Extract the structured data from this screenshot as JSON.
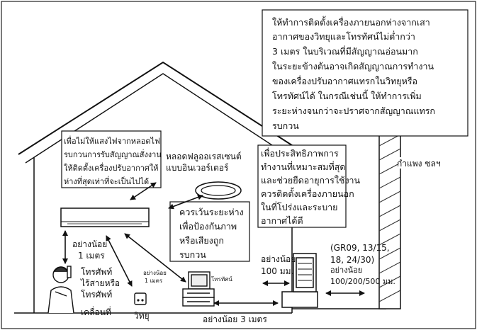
{
  "notes": {
    "top_right": [
      "ให้ทำการติดตั้งเครื่องภายนอกห่างจากเสา",
      "อากาศของวิทยุและโทรทัศน์ไม่ต่ำกว่า",
      "3 เมตร ในบริเวณที่มีสัญญาณอ่อนมาก",
      "ในระยะข้างต้นอาจเกิดสัญญาณการทำงาน",
      "ของเครื่องปรับอากาศแทรกในวิทยุหรือ",
      "โทรทัศน์ได้ ในกรณีเช่นนี้ ให้ทำการเพิ่ม",
      "ระยะห่างจนกว่าจะปราศจากสัญญาณแทรก",
      "รบกวน"
    ],
    "left_box": [
      "เพื่อไม่ให้แสงไฟจากหลอดไฟ",
      "รบกวนการรับสัญญาณสั่งงาน",
      "ให้ติดตั้งเครื่องปรับอากาศให้",
      "ห่างที่สุดเท่าที่จะเป็นไปได้"
    ],
    "center_box": [
      "ควรเว้นระยะห่าง",
      "เพื่อป้องกันภาพ",
      "หรือเสียงถูก",
      "รบกวน"
    ],
    "right_box": [
      "เพื่อประสิทธิภาพการ",
      "ทำงานที่เหมาะสมที่สุด",
      "และช่วยยืดอายุการใช้งาน",
      "ควรติดตั้งเครื่องภายนอก",
      "ในที่โปร่งและระบาย",
      "อากาศได้ดี"
    ]
  },
  "labels": {
    "fluorescent": [
      "หลอดฟลูออเรสเซนต์",
      "แบบอินเวอร์เตอร์"
    ],
    "wall": "กำแพง ซลฯ",
    "phone_distance": [
      "อย่างน้อย",
      "1 เมตร"
    ],
    "phone": [
      "โทรศัพท์",
      "ไร้สายหรือ",
      "โทรศัพท์",
      "เคลื่อนที่"
    ],
    "radio_distance": [
      "อย่างน้อย",
      "1 เมตร"
    ],
    "radio": "วิทยุ",
    "tv": "โทรทัศน์",
    "tv_distance": [
      "อย่างน้อย",
      "100 มม."
    ],
    "models": [
      "(GR09, 13/15,",
      "18, 24/30)"
    ],
    "models_distance": [
      "อย่างน้อย",
      "100/200/500 มม."
    ],
    "bottom_distance": "อย่างน้อย 3 เมตร"
  }
}
